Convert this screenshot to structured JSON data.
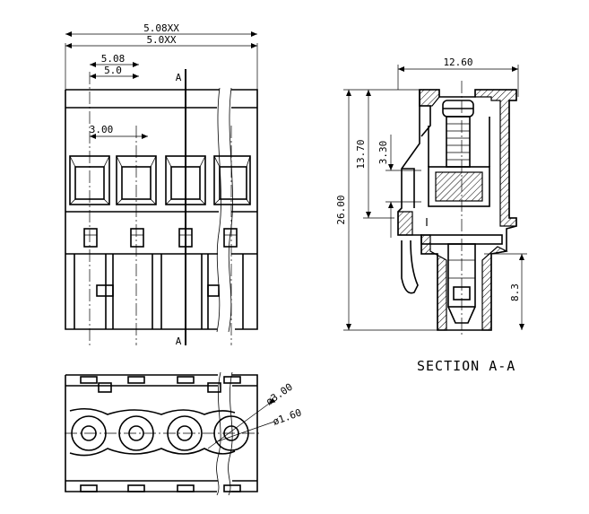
{
  "front_view": {
    "dim_overall_a": "5.08XX",
    "dim_overall_b": "5.0XX",
    "dim_pitch_a": "5.08",
    "dim_pitch_b": "5.0",
    "dim_hole": "3.00",
    "section_mark_top": "A",
    "section_mark_bottom": "A"
  },
  "bottom_view": {
    "dim_outer_dia": "ø3.00",
    "dim_inner_dia": "ø1.60"
  },
  "section_view": {
    "dim_width": "12.60",
    "dim_height_total": "26.00",
    "dim_height_upper": "13.70",
    "dim_height_small": "3.30",
    "dim_pin": "8.3",
    "title": "SECTION A-A"
  }
}
